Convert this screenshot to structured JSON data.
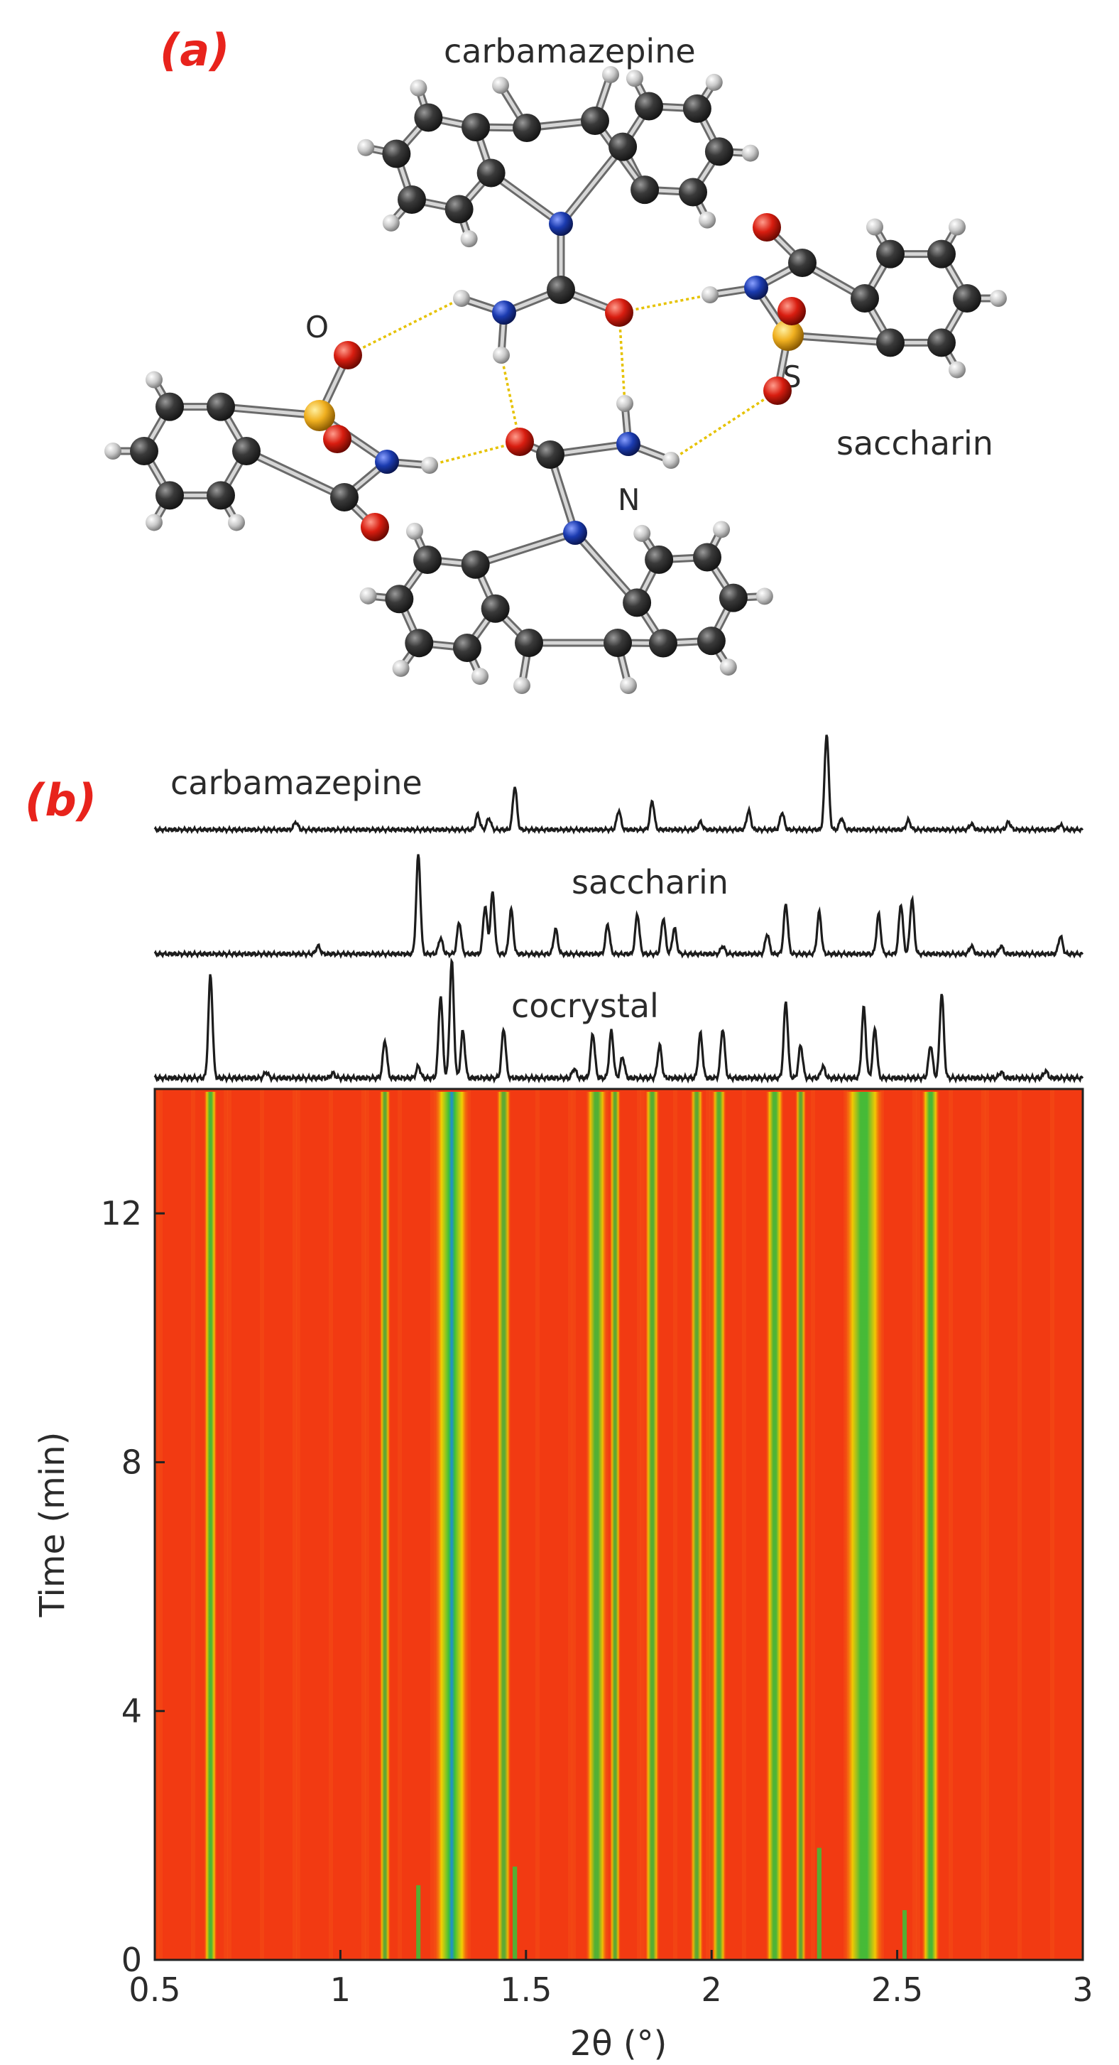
{
  "panel_a": {
    "letter": "(a)",
    "title": "carbamazepine",
    "label_saccharin": "saccharin",
    "atom_O": "O",
    "atom_S": "S",
    "atom_N": "N"
  },
  "panel_b": {
    "letter": "(b)",
    "pattern_labels": [
      "carbamazepine",
      "saccharin",
      "cocrystal"
    ]
  },
  "colors": {
    "panel_letter": "#e8231c",
    "carbon": "#3a3a3a",
    "hydrogen": "#c8c8c8",
    "nitrogen": "#1b3bb0",
    "oxygen": "#d81d10",
    "sulfur": "#f0b020",
    "hbond": "#e6c200",
    "map_low": "#f23a12",
    "map_mid": "#f3e300",
    "map_high": "#39c33a",
    "map_peak": "#1a8fd8"
  },
  "chart_data": [
    {
      "type": "line",
      "title": "",
      "xlabel": "2θ (°)",
      "ylabel": "",
      "xlim": [
        0.5,
        3
      ],
      "series": [
        {
          "name": "carbamazepine",
          "peaks": [
            {
              "x": 0.88,
              "h": 0.08
            },
            {
              "x": 1.37,
              "h": 0.16
            },
            {
              "x": 1.4,
              "h": 0.12
            },
            {
              "x": 1.47,
              "h": 0.45
            },
            {
              "x": 1.75,
              "h": 0.2
            },
            {
              "x": 1.84,
              "h": 0.3
            },
            {
              "x": 1.97,
              "h": 0.08
            },
            {
              "x": 2.1,
              "h": 0.2
            },
            {
              "x": 2.19,
              "h": 0.18
            },
            {
              "x": 2.31,
              "h": 1.0
            },
            {
              "x": 2.35,
              "h": 0.12
            },
            {
              "x": 2.53,
              "h": 0.1
            },
            {
              "x": 2.7,
              "h": 0.06
            },
            {
              "x": 2.8,
              "h": 0.08
            },
            {
              "x": 2.94,
              "h": 0.05
            }
          ]
        },
        {
          "name": "saccharin",
          "peaks": [
            {
              "x": 0.94,
              "h": 0.08
            },
            {
              "x": 1.21,
              "h": 1.0
            },
            {
              "x": 1.27,
              "h": 0.16
            },
            {
              "x": 1.32,
              "h": 0.32
            },
            {
              "x": 1.39,
              "h": 0.48
            },
            {
              "x": 1.41,
              "h": 0.62
            },
            {
              "x": 1.46,
              "h": 0.45
            },
            {
              "x": 1.58,
              "h": 0.25
            },
            {
              "x": 1.72,
              "h": 0.3
            },
            {
              "x": 1.8,
              "h": 0.4
            },
            {
              "x": 1.87,
              "h": 0.36
            },
            {
              "x": 1.9,
              "h": 0.26
            },
            {
              "x": 2.03,
              "h": 0.08
            },
            {
              "x": 2.15,
              "h": 0.2
            },
            {
              "x": 2.2,
              "h": 0.5
            },
            {
              "x": 2.29,
              "h": 0.42
            },
            {
              "x": 2.45,
              "h": 0.4
            },
            {
              "x": 2.51,
              "h": 0.5
            },
            {
              "x": 2.54,
              "h": 0.55
            },
            {
              "x": 2.7,
              "h": 0.08
            },
            {
              "x": 2.78,
              "h": 0.08
            },
            {
              "x": 2.94,
              "h": 0.18
            }
          ]
        },
        {
          "name": "cocrystal",
          "peaks": [
            {
              "x": 0.65,
              "h": 0.88
            },
            {
              "x": 0.8,
              "h": 0.05
            },
            {
              "x": 0.98,
              "h": 0.04
            },
            {
              "x": 1.12,
              "h": 0.32
            },
            {
              "x": 1.21,
              "h": 0.1
            },
            {
              "x": 1.27,
              "h": 0.7
            },
            {
              "x": 1.3,
              "h": 1.0
            },
            {
              "x": 1.33,
              "h": 0.4
            },
            {
              "x": 1.44,
              "h": 0.42
            },
            {
              "x": 1.63,
              "h": 0.08
            },
            {
              "x": 1.68,
              "h": 0.38
            },
            {
              "x": 1.73,
              "h": 0.4
            },
            {
              "x": 1.76,
              "h": 0.18
            },
            {
              "x": 1.86,
              "h": 0.28
            },
            {
              "x": 1.97,
              "h": 0.38
            },
            {
              "x": 2.03,
              "h": 0.42
            },
            {
              "x": 2.2,
              "h": 0.65
            },
            {
              "x": 2.24,
              "h": 0.28
            },
            {
              "x": 2.3,
              "h": 0.1
            },
            {
              "x": 2.41,
              "h": 0.6
            },
            {
              "x": 2.44,
              "h": 0.42
            },
            {
              "x": 2.59,
              "h": 0.28
            },
            {
              "x": 2.62,
              "h": 0.72
            },
            {
              "x": 2.78,
              "h": 0.05
            },
            {
              "x": 2.9,
              "h": 0.06
            }
          ]
        }
      ]
    },
    {
      "type": "heatmap",
      "title": "",
      "xlabel": "2θ (°)",
      "ylabel": "Time (min)",
      "xlim": [
        0.5,
        3
      ],
      "ylim": [
        0,
        14
      ],
      "xticks": [
        0.5,
        1,
        1.5,
        2,
        2.5,
        3
      ],
      "xtick_labels": [
        "0.5",
        "1",
        "1.5",
        "2",
        "2.5",
        "3"
      ],
      "yticks": [
        0,
        4,
        8,
        12
      ],
      "ytick_labels": [
        "0",
        "4",
        "8",
        "12"
      ],
      "bands": [
        {
          "x": 0.65,
          "w": 0.018,
          "level": 0.75
        },
        {
          "x": 1.12,
          "w": 0.015,
          "level": 0.55
        },
        {
          "x": 1.3,
          "w": 0.05,
          "level": 0.95
        },
        {
          "x": 1.44,
          "w": 0.02,
          "level": 0.55
        },
        {
          "x": 1.69,
          "w": 0.03,
          "level": 0.7
        },
        {
          "x": 1.74,
          "w": 0.012,
          "level": 0.55
        },
        {
          "x": 1.84,
          "w": 0.02,
          "level": 0.65
        },
        {
          "x": 1.96,
          "w": 0.018,
          "level": 0.55
        },
        {
          "x": 2.02,
          "w": 0.02,
          "level": 0.65
        },
        {
          "x": 2.17,
          "w": 0.025,
          "level": 0.75
        },
        {
          "x": 2.24,
          "w": 0.012,
          "level": 0.5
        },
        {
          "x": 2.41,
          "w": 0.055,
          "level": 0.85
        },
        {
          "x": 2.59,
          "w": 0.025,
          "level": 0.8
        }
      ],
      "early_bands": [
        {
          "x": 1.21,
          "w": 0.01,
          "t_end": 1.2
        },
        {
          "x": 1.47,
          "w": 0.012,
          "t_end": 1.5
        },
        {
          "x": 2.29,
          "w": 0.012,
          "t_end": 1.8
        },
        {
          "x": 2.52,
          "w": 0.01,
          "t_end": 0.8
        }
      ]
    }
  ]
}
